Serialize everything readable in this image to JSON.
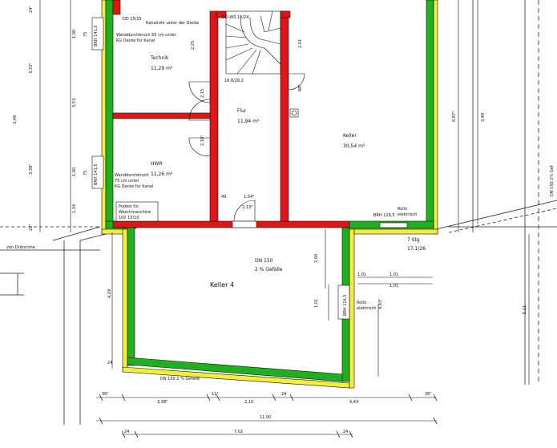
{
  "rooms": {
    "technik": {
      "name": "Technik",
      "area": "11,29 m²"
    },
    "flur": {
      "name": "Flur",
      "area": "11,94 m²"
    },
    "keller": {
      "name": "Keller",
      "area": "30,54 m²"
    },
    "hwr": {
      "name": "HWR",
      "area": "11,26 m²"
    },
    "keller4": {
      "name": "Keller 4"
    }
  },
  "annotations": {
    "dd": "DD 15/15",
    "kanalrohr": "Kanalrohr unter der Decke",
    "dows": "DD-WS 15/24",
    "stair_ratio": "18,8/26,2",
    "wanddurchbruch1": [
      "Wanddurchbruch 65 cm unter",
      "KG Decke für Kanal"
    ],
    "wanddurchbruch2": [
      "Wanddurchbruch",
      "75 cm unter",
      "KG Decke für Kanal"
    ],
    "podest": [
      "Podest für",
      "Waschmaschine",
      "100 15/10"
    ],
    "brh_wall1": "BRH 141,5",
    "brh_wall2": "BRH 141,5",
    "brh_wall3": "BRH 116,5",
    "brh_bottom": "BRH 116,5",
    "rollo1": [
      "Rollo",
      "elektrisch"
    ],
    "rollo2": [
      "Rollo",
      "elektrisch"
    ],
    "stg": [
      "7 Stg",
      "17,1/26"
    ],
    "dn150_main": [
      "DN 150",
      "2 % Gefälle"
    ],
    "dn150_bottom": "DN 150 2 % Gefälle",
    "dn150_right": "DN 150 2% Gef",
    "drain": "von Dränrinne"
  },
  "dimensions": {
    "bottom_row1": [
      "36⁵",
      "3,38⁵",
      "11⁵",
      "2,10",
      "24",
      "4,43",
      "36⁵"
    ],
    "total": "11,00",
    "bottom_row3": [
      "24",
      "7,02",
      "24"
    ],
    "left_outer": [
      "24⁵",
      "3,33⁵",
      "3,48",
      "3,38⁵",
      "22⁵"
    ],
    "left_inner": [
      "1,00",
      "3,53",
      "1,00",
      "1,34"
    ],
    "window_marks": [
      "75",
      "75"
    ],
    "right_outer": [
      "6,87⁵",
      "3,48"
    ],
    "right_lower": "5,21",
    "interior": [
      "2,25",
      "2,01",
      "2,15",
      "88⁵",
      "2,18⁵",
      "49",
      "1,04⁵",
      "2,13⁵",
      "2,00",
      "1,01",
      "1,01",
      "1,01",
      "1,01",
      "4,93⁵",
      "4,29",
      "24"
    ]
  }
}
